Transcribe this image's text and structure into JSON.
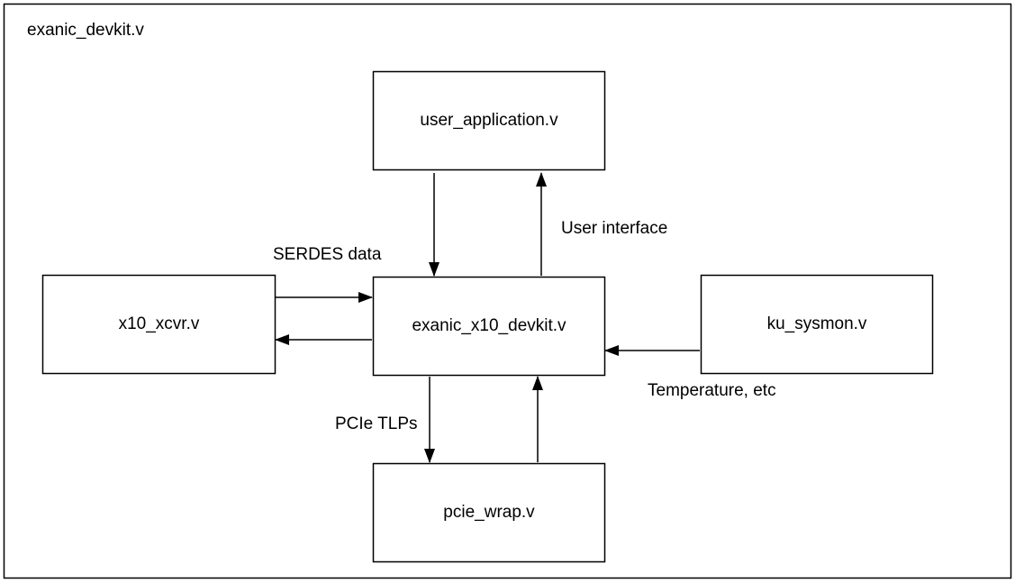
{
  "container": {
    "title": "exanic_devkit.v"
  },
  "modules": {
    "user_application": "user_application.v",
    "devkit_core": "exanic_x10_devkit.v",
    "transceiver": "x10_xcvr.v",
    "sysmon": "ku_sysmon.v",
    "pcie": "pcie_wrap.v"
  },
  "edge_labels": {
    "serdes": "SERDES data",
    "user_interface": "User interface",
    "temperature": "Temperature, etc",
    "pcie_tlps": "PCIe TLPs"
  }
}
